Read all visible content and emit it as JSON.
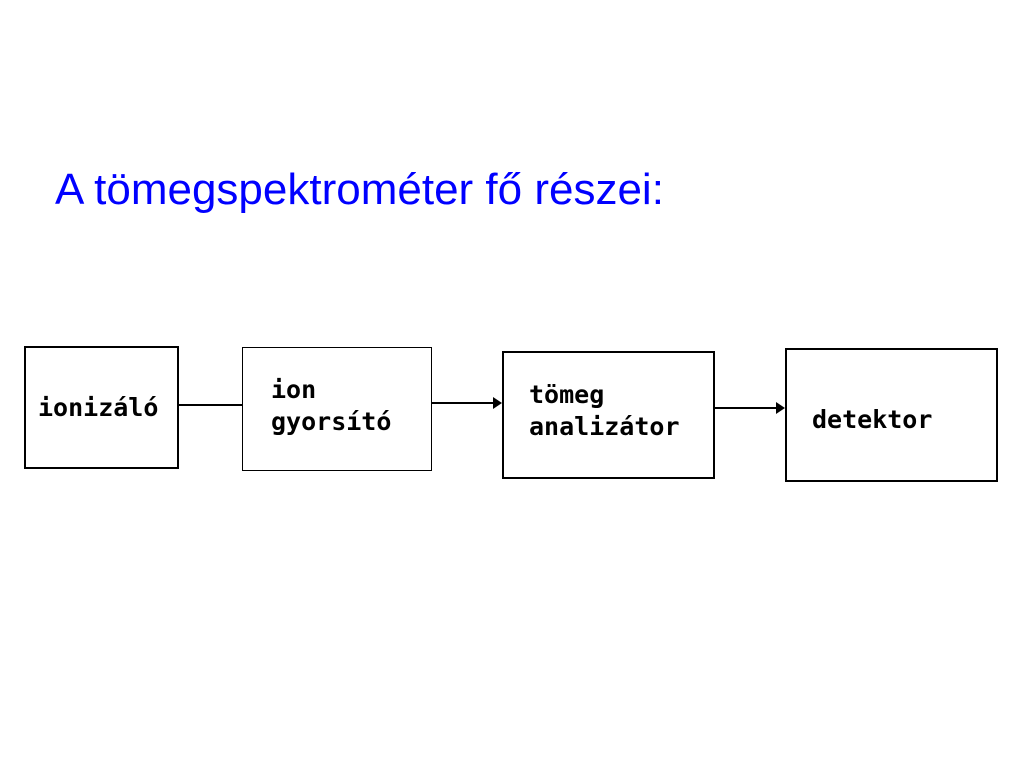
{
  "title": "A tömegspektrométer fő részei:",
  "diagram": {
    "ionizer": {
      "line1": "ionizáló"
    },
    "accelerator": {
      "line1": "ion",
      "line2": "gyorsító"
    },
    "analyzer": {
      "line1": "tömeg",
      "line2": "analizátor"
    },
    "detector": {
      "line1": "detektor"
    }
  },
  "colors": {
    "title": "#0000ff",
    "lines": "#000000"
  }
}
